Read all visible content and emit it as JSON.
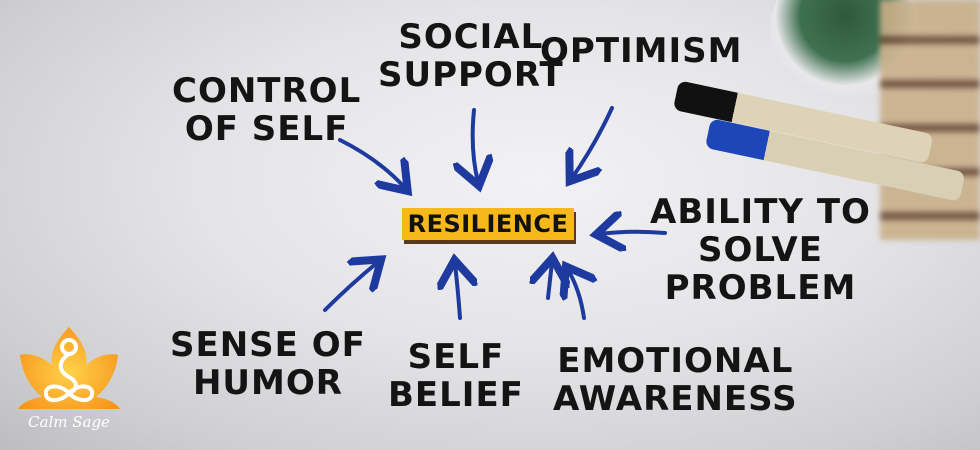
{
  "center": {
    "label": "RESILIENCE",
    "color": "#f6b81a"
  },
  "factors": [
    {
      "id": "control-of-self",
      "label": "CONTROL\nOF SELF"
    },
    {
      "id": "social-support",
      "label": "SOCIAL\nSUPPORT"
    },
    {
      "id": "optimism",
      "label": "OPTIMISM"
    },
    {
      "id": "ability-to-solve-problem",
      "label": "ABILITY TO\nSOLVE\nPROBLEM"
    },
    {
      "id": "sense-of-humor",
      "label": "SENSE OF\nHUMOR"
    },
    {
      "id": "self-belief",
      "label": "SELF\nBELIEF"
    },
    {
      "id": "emotional-awareness",
      "label": "EMOTIONAL\nAWARENESS"
    }
  ],
  "arrow_color": "#1f3a9e",
  "logo": {
    "text": "Calm Sage",
    "color": "#f7a21b"
  }
}
